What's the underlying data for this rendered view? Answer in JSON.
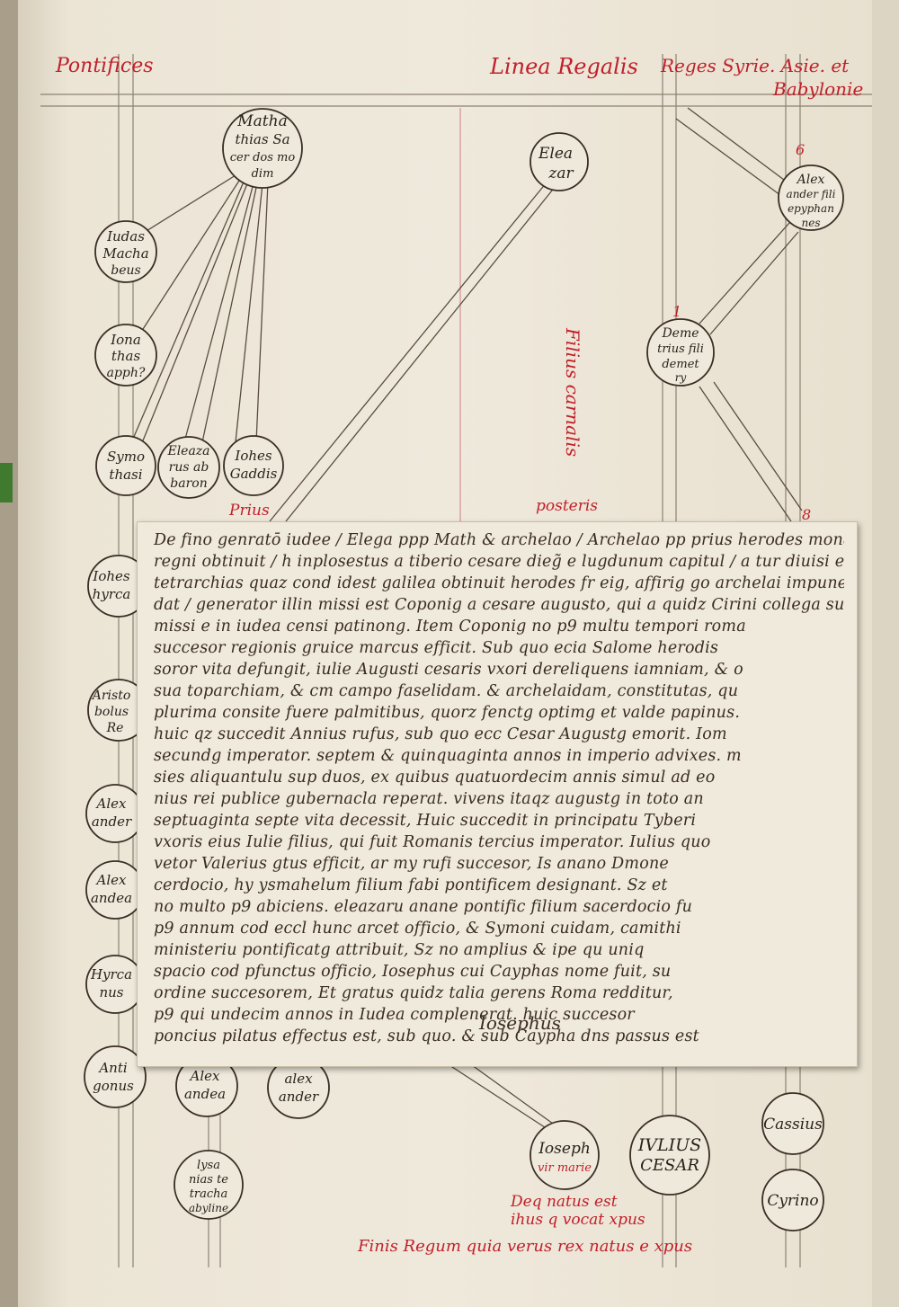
{
  "headers": {
    "pontifices": "Pontifices",
    "linea": "Linea Regalis",
    "reges_line1": "Reges Syrie. Asie. et",
    "reges_line2": "Babylonie"
  },
  "roundels": {
    "mathathias": [
      "Matha",
      "thias Sa",
      "cer dos mo",
      "dim"
    ],
    "eleazar": [
      "Elea",
      "zar"
    ],
    "alexander_filius": [
      "Alex",
      "ander fili",
      "epyphan",
      "nes"
    ],
    "judas": [
      "Iudas",
      "Macha",
      "beus"
    ],
    "jonathas": [
      "Iona",
      "thas",
      "apph?"
    ],
    "demetrius": [
      "Deme",
      "trius fili",
      "demet",
      "ry"
    ],
    "symon": [
      "Symo",
      "thasi"
    ],
    "eleazarus": [
      "Eleaza",
      "rus ab",
      "baron"
    ],
    "johes_gaddis": [
      "Iohes",
      "Gaddis"
    ],
    "johes_hyrcanus": [
      "Iohes",
      "hyrca"
    ],
    "aristobolus": [
      "Aristo",
      "bolus",
      "Re"
    ],
    "alexander1": [
      "Alex",
      "ander"
    ],
    "alexandra1": [
      "Alex",
      "andea"
    ],
    "hyrcanus": [
      "Hyrca",
      "nus"
    ],
    "antigonus": [
      "Anti",
      "gonus"
    ],
    "alexandra2": [
      "Alex",
      "andea"
    ],
    "alexander2": [
      "alex",
      "ander"
    ],
    "lysanias": [
      "lysa",
      "nias te",
      "tracha",
      "abyline"
    ],
    "joseph": [
      "Ioseph",
      "vir marie"
    ],
    "julius": [
      "IVLIUS",
      "CESAR"
    ],
    "cassius": [
      "Cassius"
    ],
    "cyrinus": [
      "Cyrino"
    ]
  },
  "rubrics": {
    "prius": "Prius",
    "posterius": "posteris",
    "filius_carnalis": "Filius carnalis",
    "six": "6",
    "one": "1",
    "eight": "8",
    "nativity_1": "Deq natus est",
    "nativity_2": "ihus q vocat xpus",
    "finis": "Finis Regum quia verus rex natus e xpus"
  },
  "slip": {
    "lines": [
      "De fino genratō iudee / Elega ppp Math & archelao / Archelao pp prius herodes monarch",
      "regni obtinuit / h inplosestus a tiberio cesare dieg̃ e lugdunum capitul / a tur diuisi e idi",
      "tetrarchias quaz cond idest galilea obtinuit herodes fr eig, affirig go archelai impune",
      "dat / generator illin missi est Coponig a cesare augusto, qui a quidz Cirini collega sua",
      "missi e in iudea censi patinong. Item Coponig no p9 multu tempori roma",
      "succesor regionis gruice marcus efficit. Sub quo ecia Salome herodis",
      "soror vita defungit, iulie Augusti cesaris vxori dereliquens iamniam, & o",
      "sua toparchiam, & cm campo faselidam. & archelaidam, constitutas, qu",
      "plurima consite fuere palmitibus, quorz fenctg optimg et valde papinus.",
      "huic qz succedit Annius rufus, sub quo ecc Cesar Augustg emorit. Iom",
      "secundg imperator. septem & quinquaginta annos in imperio advixes. m",
      "sies aliquantulu sup duos, ex quibus quatuordecim annis simul ad eo",
      "nius rei publice gubernacla reperat. vivens itaqz augustg in toto an",
      "septuaginta septe vita decessit, Huic succedit in principatu Tyberi",
      "vxoris eius Iulie filius, qui fuit Romanis tercius imperator. Iulius quo",
      "vetor Valerius gtus efficit, ar my rufi succesor, Is anano Dmone",
      "cerdocio, hy ysmahelum filium fabi pontificem designant. Sz et",
      "no multo p9 abiciens. eleazaru anane pontific filium sacerdocio fu",
      "p9 annum cod eccl hunc arcet officio, & Symoni cuidam, camithi",
      "ministeriu pontificatg attribuit, Sz no amplius & ipe qu uniq",
      "spacio cod pfunctus officio, Iosephus cui Cayphas nome fuit, su",
      "ordine succesorem, Et gratus quidz talia gerens Roma redditur,",
      "p9 qui undecim annos in Iudea complenerat. huic succesor",
      "poncius pilatus effectus est, sub quo. & sub Caypha dns passus est"
    ],
    "signature": "Iosephus"
  }
}
